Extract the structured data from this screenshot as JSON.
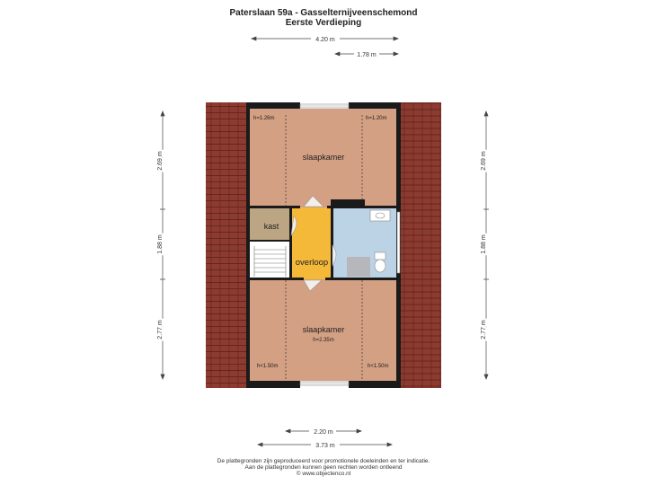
{
  "header": {
    "line1": "Paterslaan 59a - Gasselternijveenschemond",
    "line2": "Eerste Verdieping"
  },
  "dimensions": {
    "top_total": "4.20 m",
    "top_partial": "1.78 m",
    "bottom_total": "3.73 m",
    "bottom_partial": "2.20 m",
    "left": [
      "2.69 m",
      "1.88 m",
      "2.77 m"
    ],
    "right": [
      "2.69 m",
      "1.88 m",
      "2.77 m"
    ]
  },
  "rooms": {
    "top_bedroom": "slaapkamer",
    "bottom_bedroom": "slaapkamer",
    "closet": "kast",
    "landing": "overloop"
  },
  "heights": {
    "top_left": "h=1.26m",
    "top_right": "h=1.20m",
    "bottom_center": "h=2.35m",
    "bottom_left": "h<1.50m",
    "bottom_right": "h<1.50m"
  },
  "footer": {
    "line1": "De plattegronden zijn geproduceerd voor promotionele doeleinden en ter indicatie.",
    "line2": "Aan de plattegronden kunnen geen rechten worden ontleend",
    "line3": "© www.objectenco.nl"
  },
  "colors": {
    "bedroom": "#d4a083",
    "closet": "#bca582",
    "landing": "#f5b93a",
    "bathroom": "#bcd3e6",
    "roof": "#8a3a2e",
    "wall": "#1a1a1a"
  }
}
